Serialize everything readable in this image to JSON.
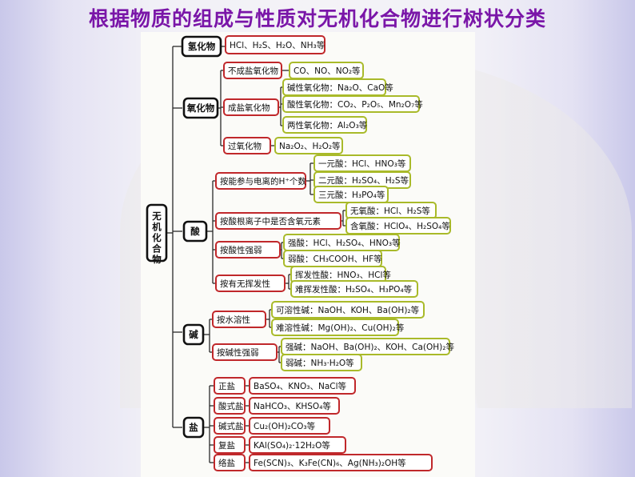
{
  "title": "根据物质的组成与性质对无机化合物进行树状分类",
  "colors": {
    "red": "#c0282b",
    "green": "#a9ba2a",
    "black": "#111111",
    "title": "#7a16a8"
  },
  "root": "无机化合物",
  "hydride": {
    "label": "氢化物",
    "examples": "HCl、H₂S、H₂O、NH₃等"
  },
  "oxide": {
    "label": "氧化物",
    "non_salt": {
      "label": "不成盐氧化物",
      "examples": "CO、NO、NO₂等"
    },
    "salt_forming": {
      "label": "成盐氧化物",
      "items": [
        "碱性氧化物：Na₂O、CaO等",
        "酸性氧化物：CO₂、P₂O₅、Mn₂O₇等",
        "两性氧化物：Al₂O₃等"
      ]
    },
    "peroxide": {
      "label": "过氧化物",
      "examples": "Na₂O₂、H₂O₂等"
    }
  },
  "acid": {
    "label": "酸",
    "by_h_count": {
      "label": "按能参与电离的H⁺个数",
      "items": [
        "一元酸：HCl、HNO₃等",
        "二元酸：H₂SO₄、H₂S等",
        "三元酸：H₃PO₄等"
      ]
    },
    "by_oxygen": {
      "label": "按酸根离子中是否含氧元素",
      "items": [
        "无氧酸：HCl、H₂S等",
        "含氧酸：HClO₄、H₂SO₄等"
      ]
    },
    "by_strength": {
      "label": "按酸性强弱",
      "items": [
        "强酸：HCl、H₂SO₄、HNO₃等",
        "弱酸：CH₃COOH、HF等"
      ]
    },
    "by_volatility": {
      "label": "按有无挥发性",
      "items": [
        "挥发性酸：HNO₃、HCl等",
        "难挥发性酸：H₂SO₄、H₃PO₄等"
      ]
    }
  },
  "base": {
    "label": "碱",
    "by_solubility": {
      "label": "按水溶性",
      "items": [
        "可溶性碱：NaOH、KOH、Ba(OH)₂等",
        "难溶性碱：Mg(OH)₂、Cu(OH)₂等"
      ]
    },
    "by_strength": {
      "label": "按碱性强弱",
      "items": [
        "强碱：NaOH、Ba(OH)₂、KOH、Ca(OH)₂等",
        "弱碱：NH₃·H₂O等"
      ]
    }
  },
  "salt": {
    "label": "盐",
    "items": [
      {
        "label": "正盐",
        "examples": "BaSO₄、KNO₃、NaCl等"
      },
      {
        "label": "酸式盐",
        "examples": "NaHCO₃、KHSO₄等"
      },
      {
        "label": "碱式盐",
        "examples": "Cu₂(OH)₂CO₃等"
      },
      {
        "label": "复盐",
        "examples": "KAl(SO₄)₂·12H₂O等"
      },
      {
        "label": "络盐",
        "examples": "Fe(SCN)₃、K₃Fe(CN)₆、Ag(NH₃)₂OH等"
      }
    ]
  }
}
